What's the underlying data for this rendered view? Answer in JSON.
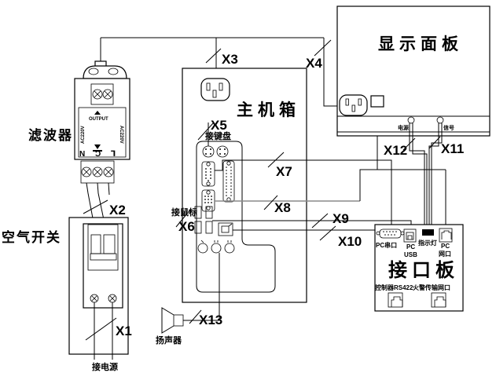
{
  "diagram": {
    "filter": {
      "name": "滤波器",
      "output": "OUTPUT",
      "ac_left": "AC220V",
      "ac_right": "AC220V",
      "terminals": "N Ɔ ⅂"
    },
    "air_switch": {
      "name": "空气开关",
      "power_in": "接电源"
    },
    "main_box": {
      "name": "主机箱",
      "keyboard": "接键盘",
      "mouse": "接鼠标",
      "speaker": "扬声器"
    },
    "display_panel": {
      "name": "显示面板",
      "power_led": "电源",
      "signal_led": "信号"
    },
    "interface_board": {
      "name": "接口板",
      "pc_serial": "PC串口",
      "pc_usb_line1": "PC",
      "pc_usb_line2": "USB",
      "indicator": "指示灯",
      "pc_lan_line1": "PC",
      "pc_lan_line2": "网口",
      "rs422_port": "控制器RS422",
      "fire_port": "火警传输网口"
    },
    "wires": {
      "x1": "X1",
      "x2": "X2",
      "x3": "X3",
      "x4": "X4",
      "x5": "X5",
      "x6": "X6",
      "x7": "X7",
      "x8": "X8",
      "x9": "X9",
      "x10": "X10",
      "x11": "X11",
      "x12": "X12",
      "x13": "X13"
    }
  }
}
